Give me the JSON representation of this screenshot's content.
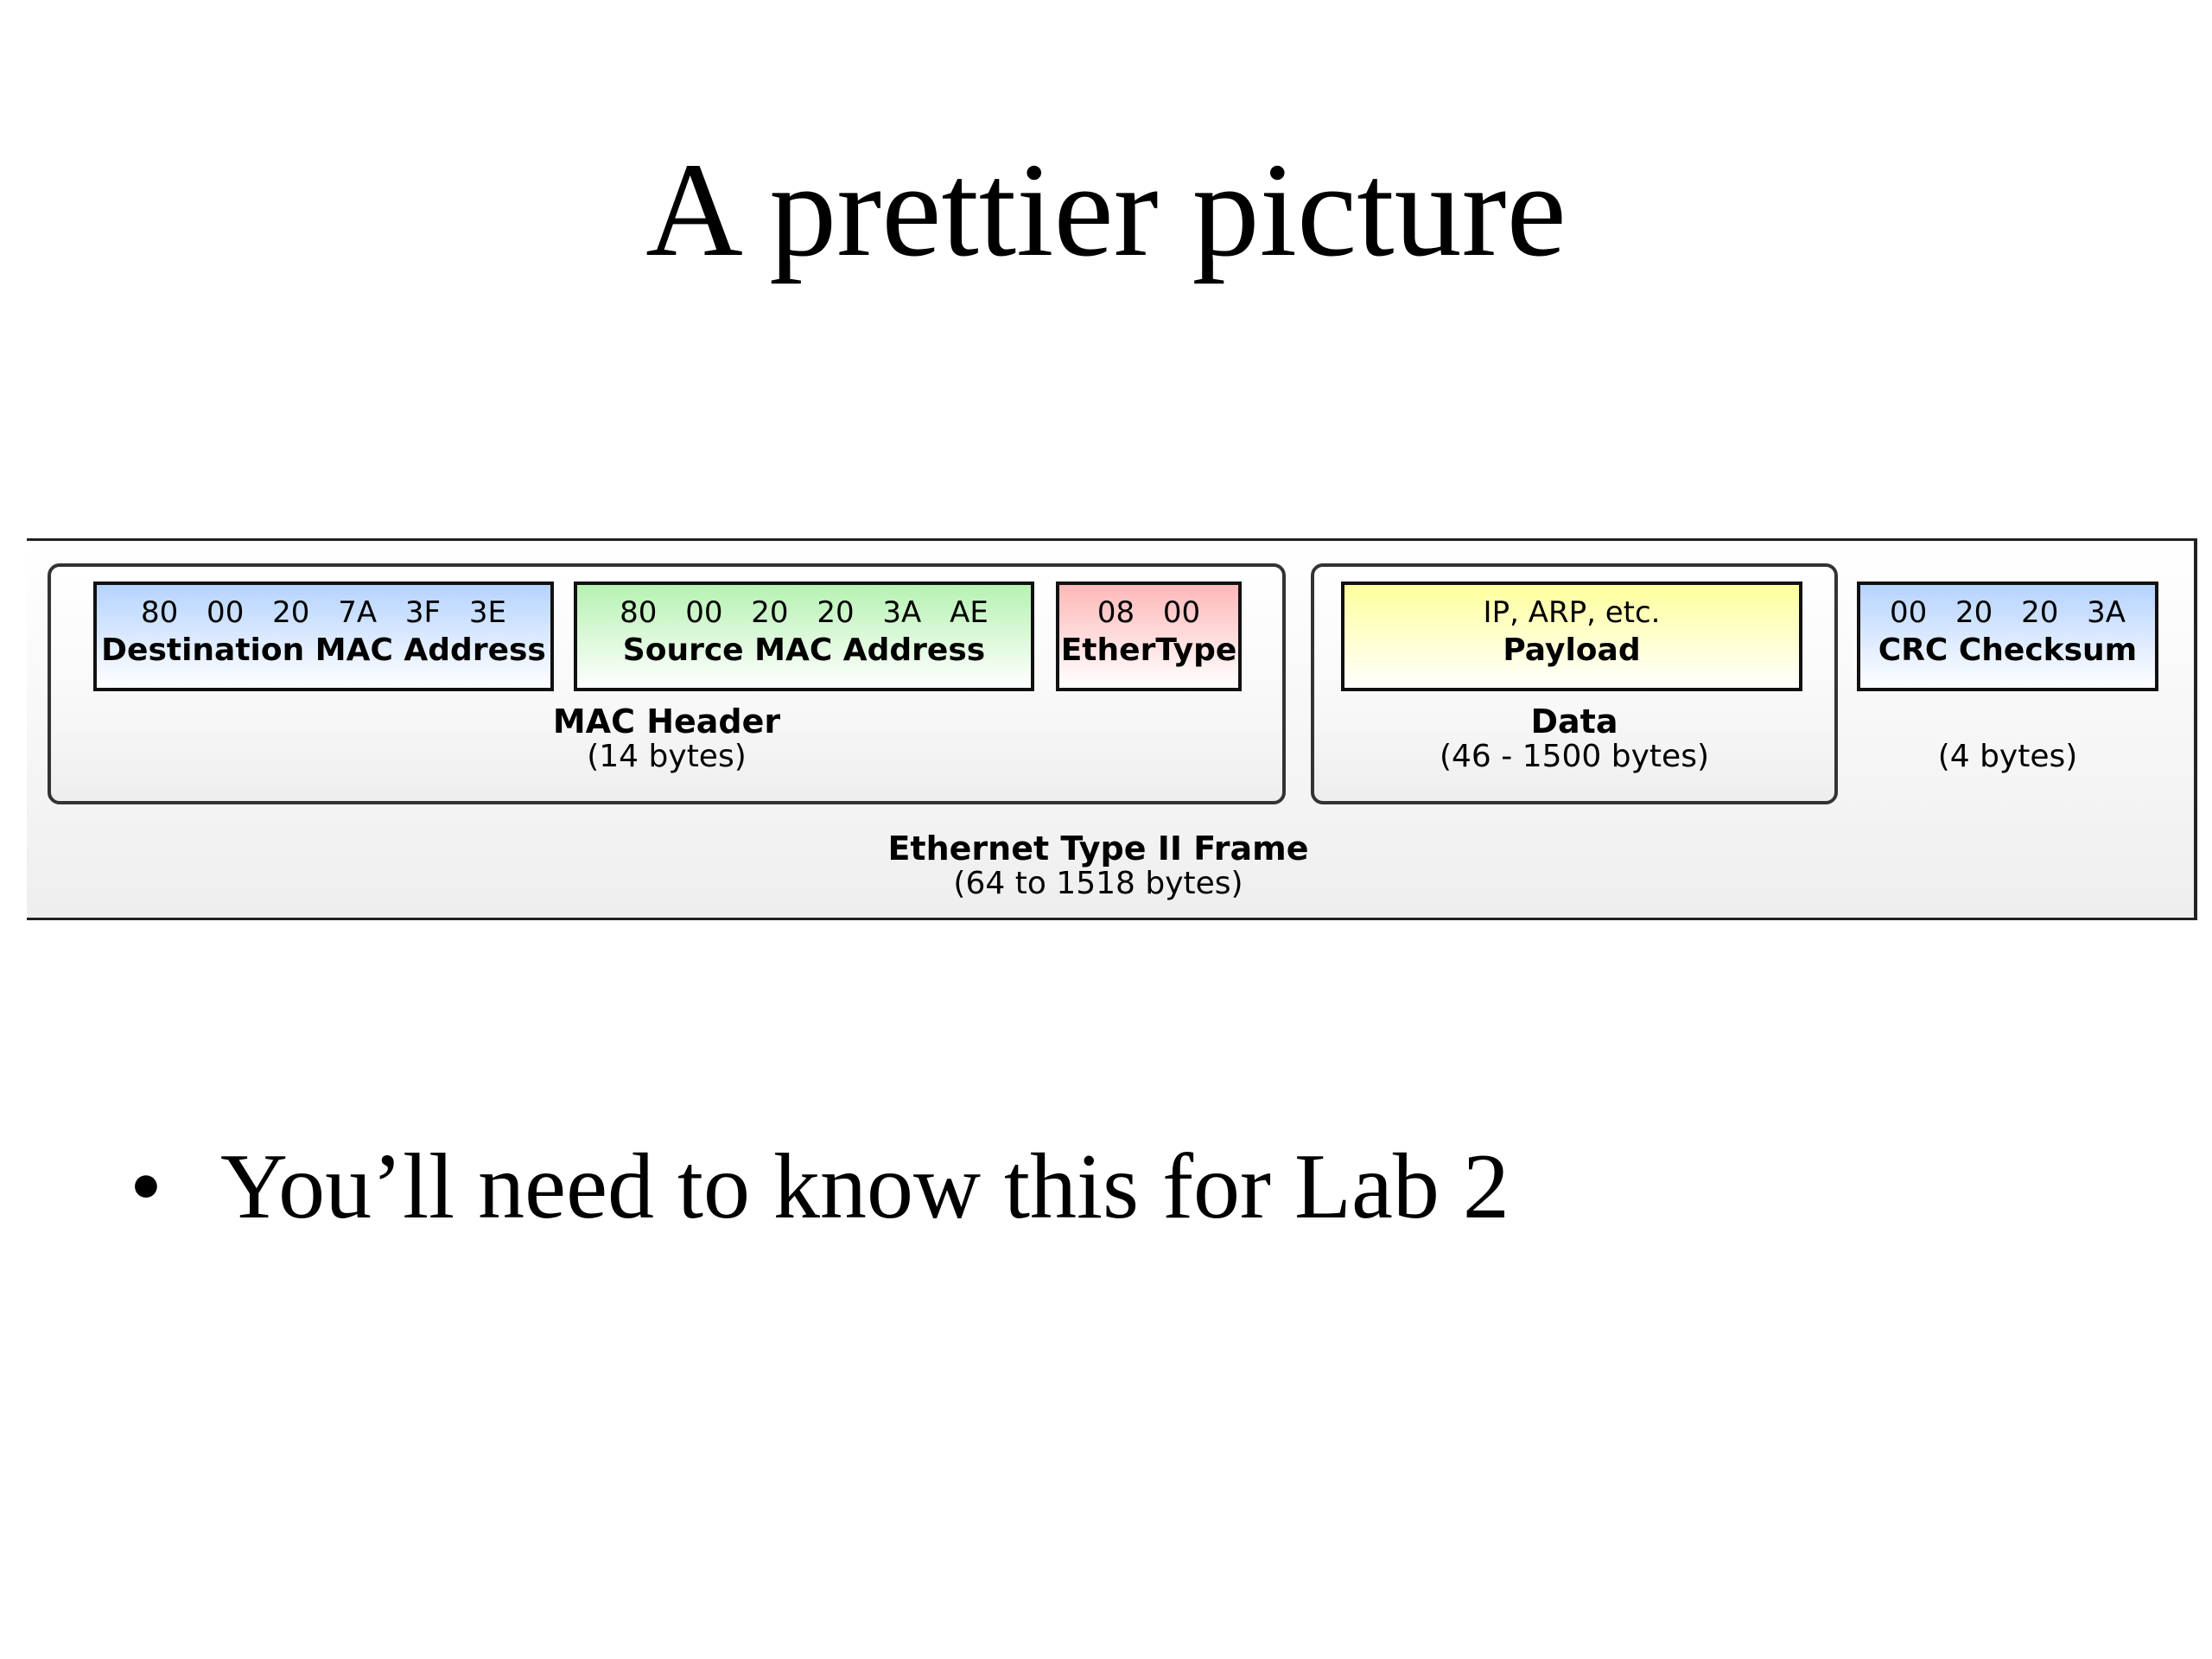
{
  "slide": {
    "title": "A prettier picture",
    "bullet_symbol": "•",
    "bullet_text": "You’ll need to know this for Lab 2"
  },
  "frame": {
    "name": "Ethernet Type II Frame",
    "size": "(64 to 1518 bytes)",
    "groups": {
      "mac_header": {
        "name": "MAC Header",
        "size": "(14 bytes)"
      },
      "data": {
        "name": "Data",
        "size": "(46 - 1500 bytes)"
      },
      "crc": {
        "size": "(4 bytes)"
      }
    },
    "fields": {
      "destination": {
        "bytes": "80 00 20 7A 3F 3E",
        "label": "Destination MAC Address",
        "color": "#b5d3ff"
      },
      "source": {
        "bytes": "80 00 20 20 3A AE",
        "label": "Source MAC Address",
        "color": "#b6f2b2"
      },
      "ethertype": {
        "bytes": "08 00",
        "label": "EtherType",
        "color": "#ffb8b8"
      },
      "payload": {
        "bytes": "IP, ARP, etc.",
        "label": "Payload",
        "color": "#ffff9c"
      },
      "crc": {
        "bytes": "00 20 20 3A",
        "label": "CRC Checksum",
        "color": "#b5d3ff"
      }
    }
  }
}
